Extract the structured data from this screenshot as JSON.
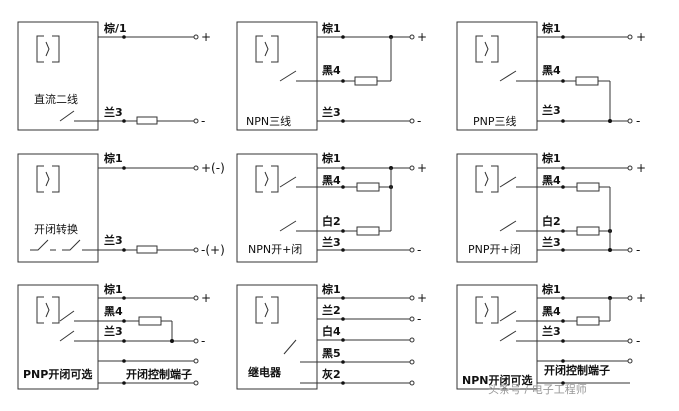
{
  "panels": [
    {
      "id": "p1",
      "title": "直流二线",
      "wires": [
        "棕/1",
        "兰3"
      ],
      "terminals": [
        "+",
        "-"
      ]
    },
    {
      "id": "p2",
      "title": "NPN三线",
      "wires": [
        "棕1",
        "黑4",
        "兰3"
      ],
      "terminals": [
        "+",
        "-"
      ]
    },
    {
      "id": "p3",
      "title": "PNP三线",
      "wires": [
        "棕1",
        "黑4",
        "兰3"
      ],
      "terminals": [
        "+",
        "-"
      ]
    },
    {
      "id": "p4",
      "title": "开闭转换",
      "wires": [
        "棕1",
        "兰3"
      ],
      "terminals": [
        "+(-)",
        "-(+)"
      ]
    },
    {
      "id": "p5",
      "title": "NPN开+闭",
      "wires": [
        "棕1",
        "黑4",
        "白2",
        "兰3"
      ],
      "terminals": [
        "+",
        "-"
      ]
    },
    {
      "id": "p6",
      "title": "PNP开+闭",
      "wires": [
        "棕1",
        "黑4",
        "白2",
        "兰3"
      ],
      "terminals": [
        "+",
        "-"
      ]
    },
    {
      "id": "p7",
      "title": "PNP开闭可选",
      "wires": [
        "棕1",
        "黑4",
        "兰3"
      ],
      "terminals": [
        "+",
        "-"
      ],
      "extra_label": "开闭控制端子"
    },
    {
      "id": "p8",
      "title": "继电器",
      "wires": [
        "棕1",
        "兰2",
        "白4",
        "黑5",
        "灰2"
      ],
      "terminals": [
        "+",
        "-"
      ]
    },
    {
      "id": "p9",
      "title": "NPN开闭可选",
      "wires": [
        "棕1",
        "黑4",
        "兰3"
      ],
      "terminals": [
        "+",
        "-"
      ],
      "extra_label": "开闭控制端子"
    }
  ],
  "watermark": "头条号 / 电子工程师"
}
